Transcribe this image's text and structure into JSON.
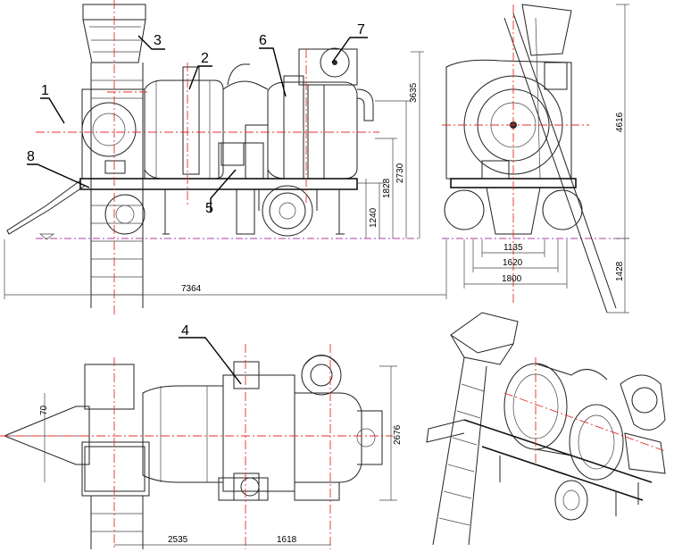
{
  "callouts": [
    "1",
    "2",
    "3",
    "4",
    "5",
    "6",
    "7",
    "8"
  ],
  "dimensions": {
    "d4616": "4616",
    "d3635": "3635",
    "d2730": "2730",
    "d1828": "1828",
    "d1240": "1240",
    "d1428": "1428",
    "d1135": "1135",
    "d1620": "1620",
    "d1800": "1800",
    "d7364": "7364",
    "d70": "70",
    "d2676": "2676",
    "d2535": "2535",
    "d1618": "1618"
  },
  "colors": {
    "centerline": "#e0302a",
    "groundline": "#b03aa8",
    "linework": "#222222"
  }
}
